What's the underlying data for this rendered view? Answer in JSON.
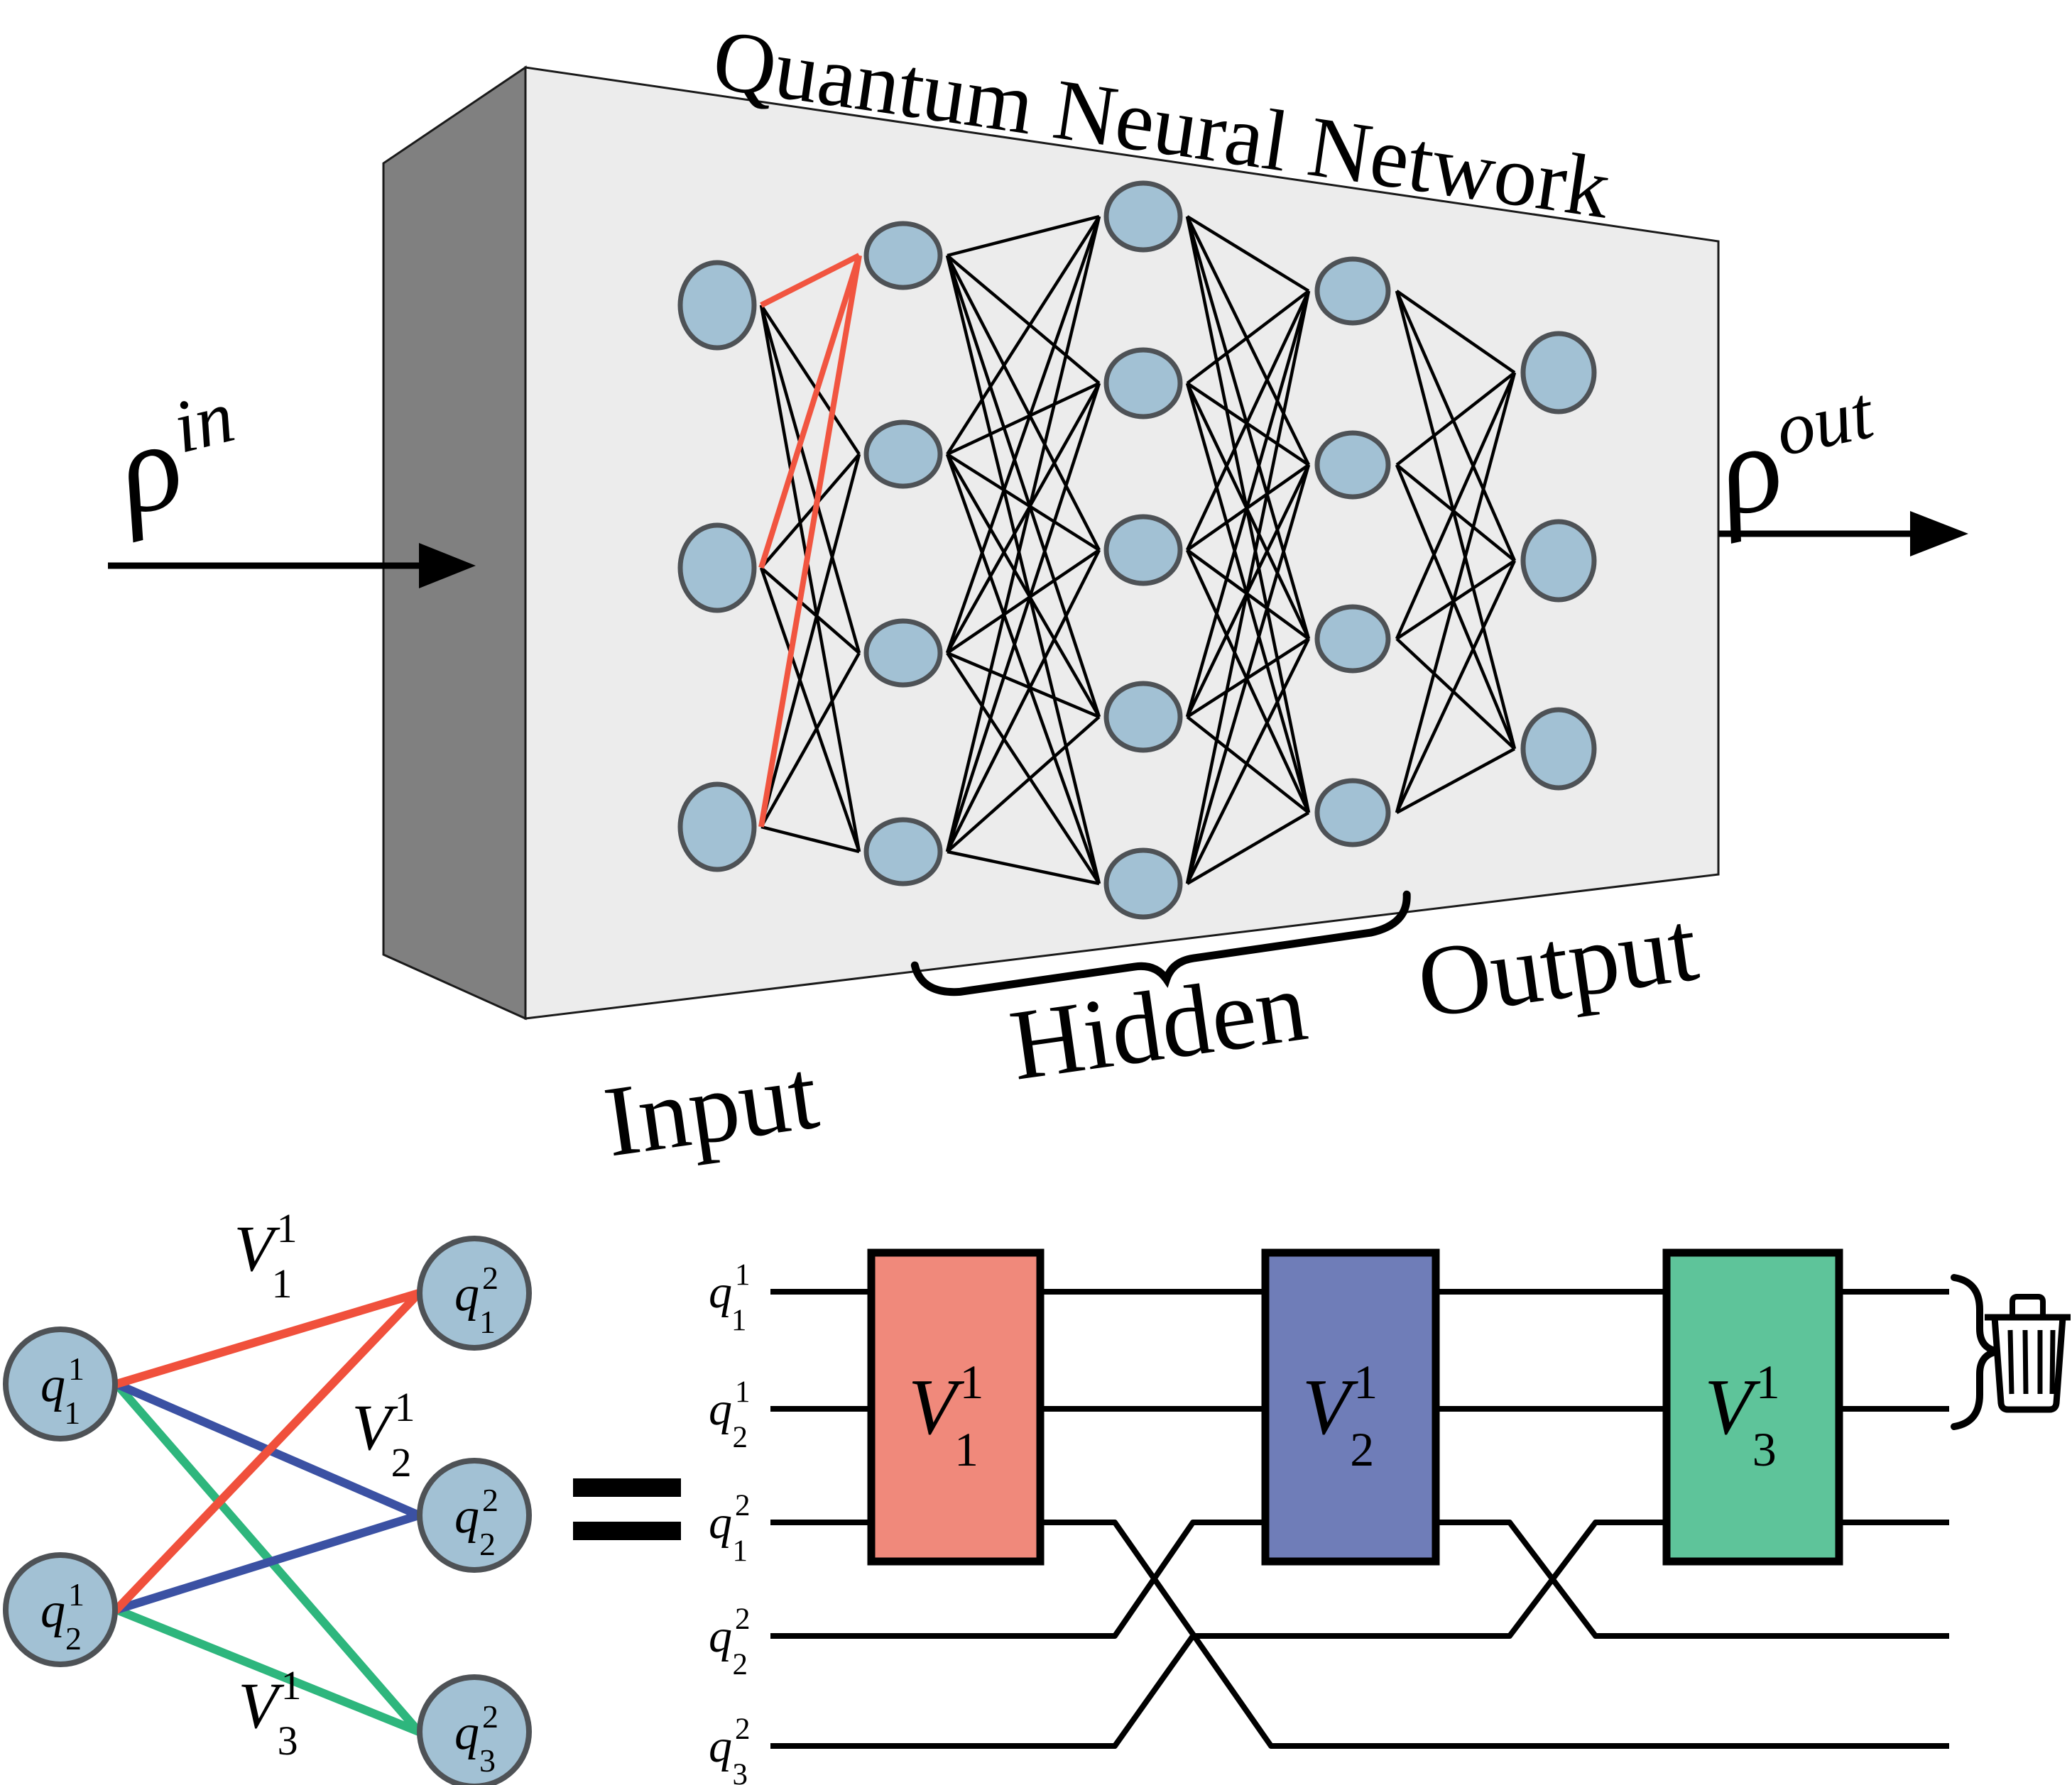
{
  "title": "Quantum Neural Network",
  "colors": {
    "face_front": "#ececec",
    "face_side": "#808080",
    "face_outline": "#1a1a1a",
    "node_fill": "#a2c1d4",
    "node_stroke": "#4e5256",
    "mesh_edge": "#000000",
    "highlight_red": "#f15540",
    "gate_v11": "#f0897b",
    "gate_v12": "#6f7db8",
    "gate_v13": "#5ec49a",
    "edge_red": "#f0503c",
    "edge_blue": "#3b51a3",
    "edge_green": "#2eb67d",
    "ink": "#000000"
  },
  "qnn_box": {
    "rho_in": {
      "base": "ρ",
      "sup": "in"
    },
    "rho_out": {
      "base": "ρ",
      "sup": "out"
    },
    "region_labels": [
      {
        "text": "Input"
      },
      {
        "text": "Hidden"
      },
      {
        "text": "Output"
      }
    ],
    "network": {
      "layer_sizes": [
        3,
        4,
        5,
        4,
        3
      ],
      "highlight": "edges from the three input neurons to the first hidden neuron"
    }
  },
  "detail": {
    "graph": {
      "left_nodes": [
        {
          "base": "q",
          "sup": "1",
          "sub": "1"
        },
        {
          "base": "q",
          "sup": "1",
          "sub": "2"
        }
      ],
      "right_nodes": [
        {
          "base": "q",
          "sup": "2",
          "sub": "1"
        },
        {
          "base": "q",
          "sup": "2",
          "sub": "2"
        },
        {
          "base": "q",
          "sup": "2",
          "sub": "3"
        }
      ],
      "edge_bundles": [
        {
          "label": {
            "base": "V",
            "sup": "1",
            "sub": "1"
          },
          "color_key": "edge_red",
          "target_index": 0
        },
        {
          "label": {
            "base": "V",
            "sup": "1",
            "sub": "2"
          },
          "color_key": "edge_blue",
          "target_index": 1
        },
        {
          "label": {
            "base": "V",
            "sup": "1",
            "sub": "3"
          },
          "color_key": "edge_green",
          "target_index": 2
        }
      ]
    },
    "equals_sign": "=",
    "circuit": {
      "wire_labels": [
        {
          "base": "q",
          "sup": "1",
          "sub": "1"
        },
        {
          "base": "q",
          "sup": "1",
          "sub": "2"
        },
        {
          "base": "q",
          "sup": "2",
          "sub": "1"
        },
        {
          "base": "q",
          "sup": "2",
          "sub": "2"
        },
        {
          "base": "q",
          "sup": "2",
          "sub": "3"
        }
      ],
      "gates": [
        {
          "label": {
            "base": "V",
            "sup": "1",
            "sub": "1"
          },
          "color_key": "gate_v11"
        },
        {
          "label": {
            "base": "V",
            "sup": "1",
            "sub": "2"
          },
          "color_key": "gate_v12"
        },
        {
          "label": {
            "base": "V",
            "sup": "1",
            "sub": "3"
          },
          "color_key": "gate_v13"
        }
      ],
      "discard_brace": "}",
      "trash_icon": "trash-can"
    }
  }
}
